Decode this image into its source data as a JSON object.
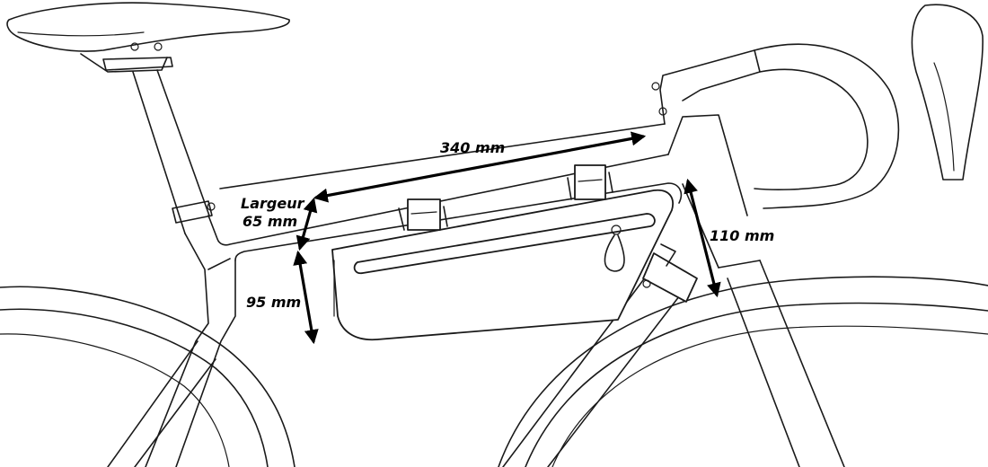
{
  "dimensions": {
    "length": "340 mm",
    "width_title": "Largeur",
    "width_value": "65 mm",
    "height_front": "95 mm",
    "height_rear": "110 mm"
  },
  "colors": {
    "line": "#1a1a1a",
    "arrow": "#000000",
    "background": "#ffffff"
  },
  "icons": {
    "frame": "bicycle-frame-outline",
    "bag": "frame-bag",
    "arrows": "dimension-arrow"
  }
}
